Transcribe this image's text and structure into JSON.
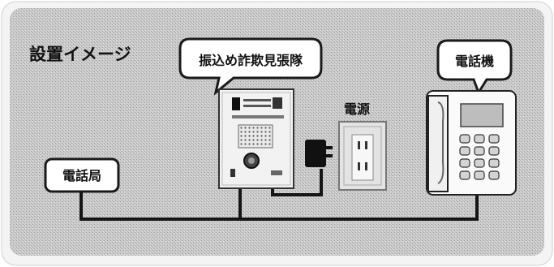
{
  "title": "設置イメージ",
  "labels": {
    "device": "振込め詐欺見張隊",
    "phone": "電話機",
    "exchange": "電話局",
    "power": "電源"
  },
  "colors": {
    "background": "#c8c8c8",
    "frame": "#f4f4f4",
    "line": "#151515",
    "label_fill": "#ffffff",
    "display": "#bdbdbd",
    "keys": "#d3d3d3",
    "outlet_plate": "#e3e3e3"
  },
  "icons": [
    "phone-icon",
    "recorder-device-icon",
    "power-outlet-icon",
    "ac-adapter-icon"
  ]
}
